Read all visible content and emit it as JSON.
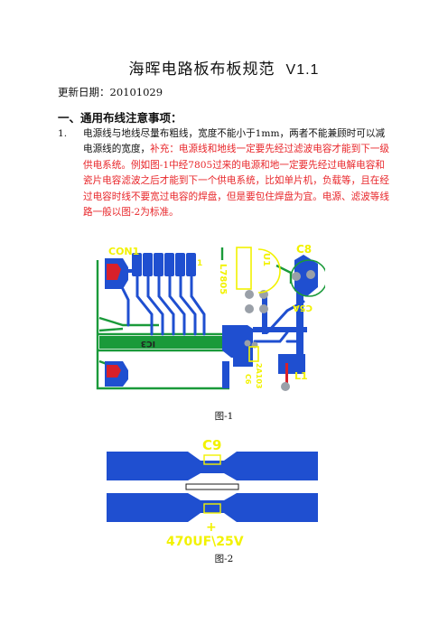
{
  "doc": {
    "title": "海晖电路板布板规范",
    "version": "V1.1",
    "update_date": "更新日期：20101029",
    "section_heading": "一、通用布线注意事项：",
    "item_number": "1.",
    "item_text_black": "电源线与地线尽量布粗线，宽度不能小于1mm，两者不能兼顾时可以减电源线的宽度，",
    "item_text_red": "补充：电源线和地线一定要先经过滤波电容才能到下一级供电系统。例如图-1中经7805过来的电源和地一定要先经过电解电容和瓷片电容滤波之后才能到下一个供电系统，比如单片机，负载等，且在经过电容时线不要宽过电容的焊盘，但是要包住焊盘为宜。电源、滤波等线路一般以图-2为标准。",
    "figure1_caption": "图-1",
    "figure2_caption": "图-2"
  },
  "figure1": {
    "labels": {
      "con1": "CON1",
      "pin1": "1",
      "l7805": "L7805",
      "u1": "U1",
      "c8": "C8",
      "c5a": "C5A",
      "ic3": "IC3",
      "c6": "C6",
      "c6_value": "2A103",
      "l1": "L1"
    },
    "colors": {
      "trace": "#1f4fd0",
      "pad": "#d8202a",
      "silk": "#f2f200",
      "board": "#1a9a3a"
    }
  },
  "figure2": {
    "labels": {
      "c9": "C9",
      "plus": "+",
      "value": "470UF\\25V"
    },
    "colors": {
      "trace": "#1f4fd0",
      "silk": "#f2f200"
    }
  }
}
